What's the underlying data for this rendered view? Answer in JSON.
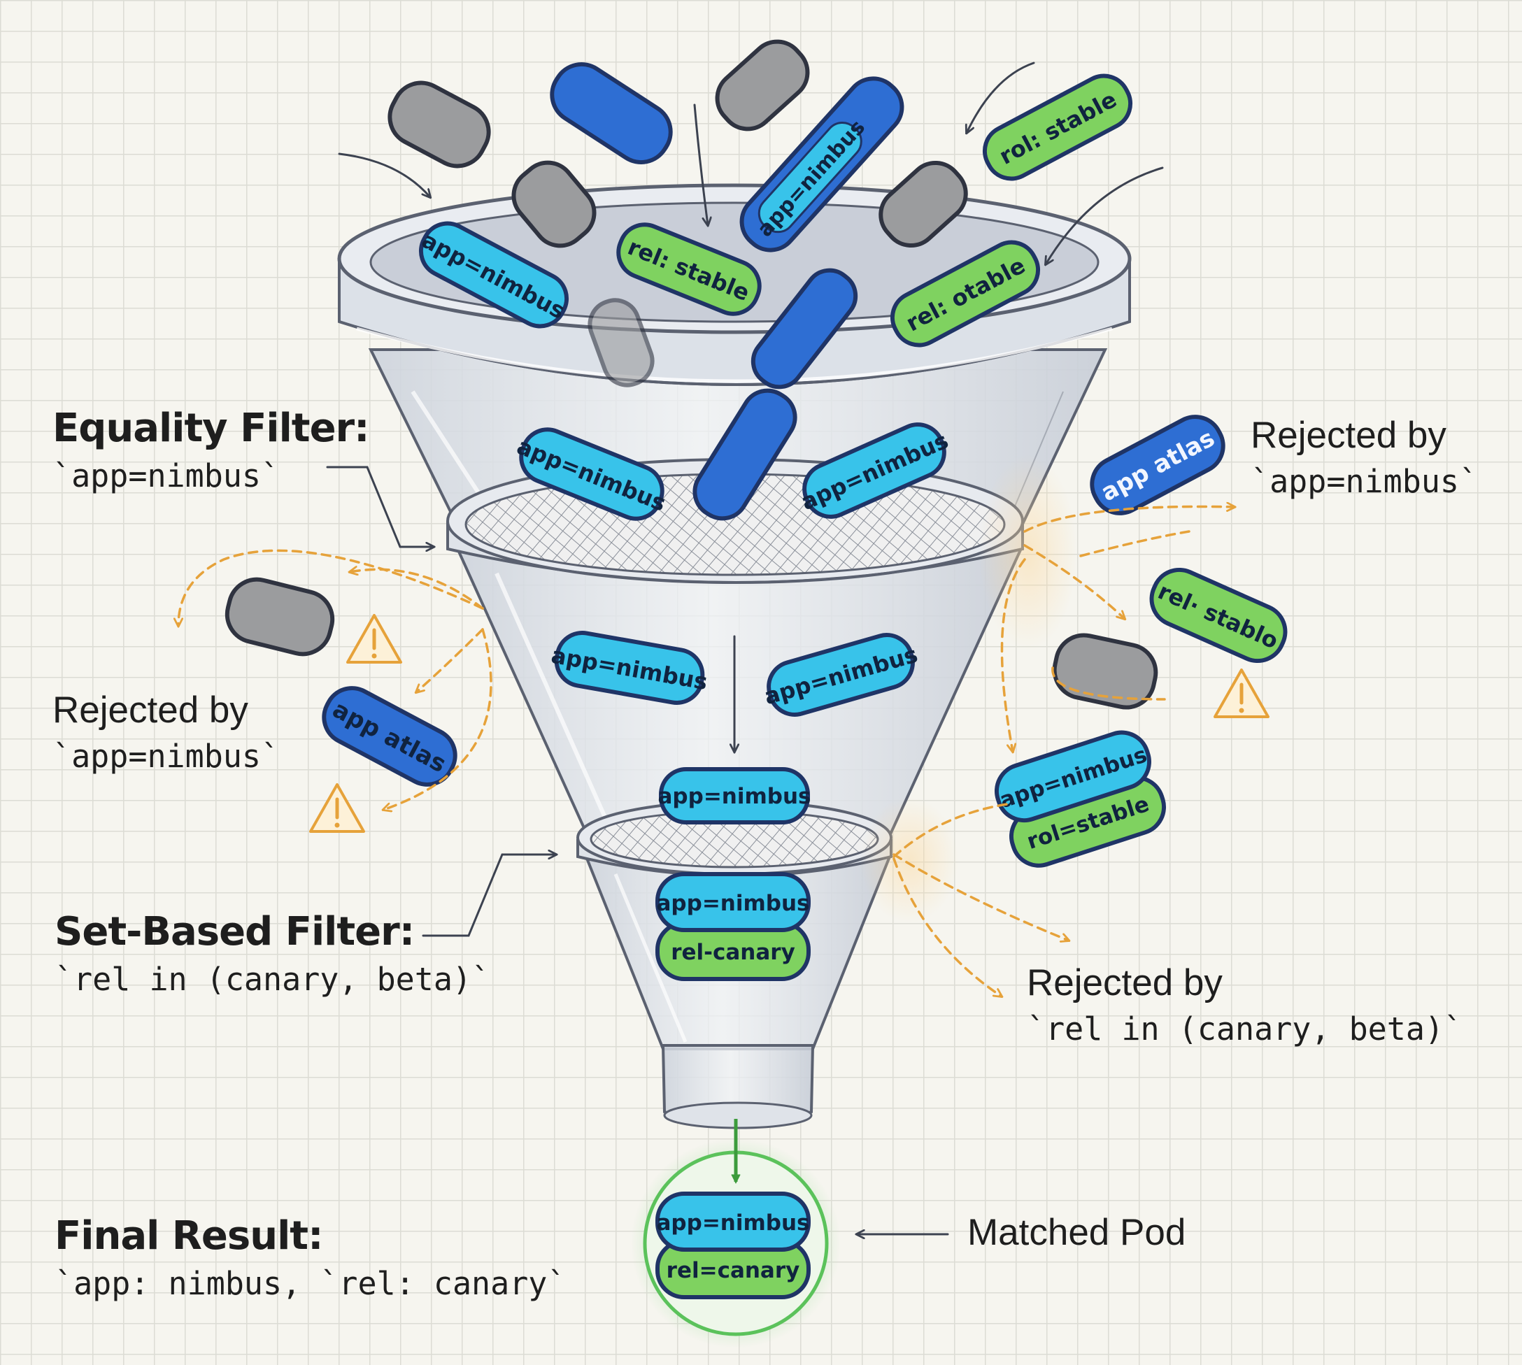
{
  "labels": {
    "equality": {
      "title": "Equality Filter:",
      "code": "`app=nimbus`"
    },
    "set_based": {
      "title": "Set-Based Filter:",
      "code": "`rel in (canary, beta)`"
    },
    "final": {
      "title": "Final Result:",
      "code": "`app: nimbus, `rel: canary`"
    },
    "rejected_left": {
      "title": "Rejected by",
      "code": "`app=nimbus`"
    },
    "rejected_right_top": {
      "title": "Rejected by",
      "code": "`app=nimbus`"
    },
    "rejected_right_bottom": {
      "title": "Rejected by",
      "code": "`rel in (canary, beta)`"
    },
    "matched": {
      "title": "Matched Pod"
    }
  },
  "pods": {
    "top_app_nimbus": "app=nimbus",
    "top_rel_stable_right": "rol: stable",
    "rim_app_nimbus": "app=nimbus",
    "rim_rel_stable": "rel: stable",
    "rim_rel_otable": "rel: otable",
    "upper_app_nimbus_1": "app=nimbus",
    "upper_app_nimbus_2": "app=nimbus",
    "middle_app_nimbus_1": "app=nimbus",
    "middle_app_nimbus_2": "app=nimbus",
    "middle_app_nimbus_3": "app=nimbus",
    "lower_app_nimbus": "app=nimbus",
    "lower_rel_canary": "rel-canary",
    "result_app_nimbus": "app=nimbus",
    "result_rel_canary": "rel=canary",
    "rejected_app_atlas_left": "app atlas",
    "rejected_app_atlas_right": "app atlas",
    "rejected_rel_stable_right": "rel· stablo",
    "rejected_stack_app": "app=nimbus",
    "rejected_stack_rel": "rol=stable"
  },
  "colors": {
    "cyan_pod": "#33c2e8",
    "blue_pod": "#2e6ed3",
    "green_pod": "#7fd260",
    "gray_pod": "#9a9a9a",
    "reject_arrow": "#e6a23a",
    "match_glow": "#5bc25b"
  }
}
